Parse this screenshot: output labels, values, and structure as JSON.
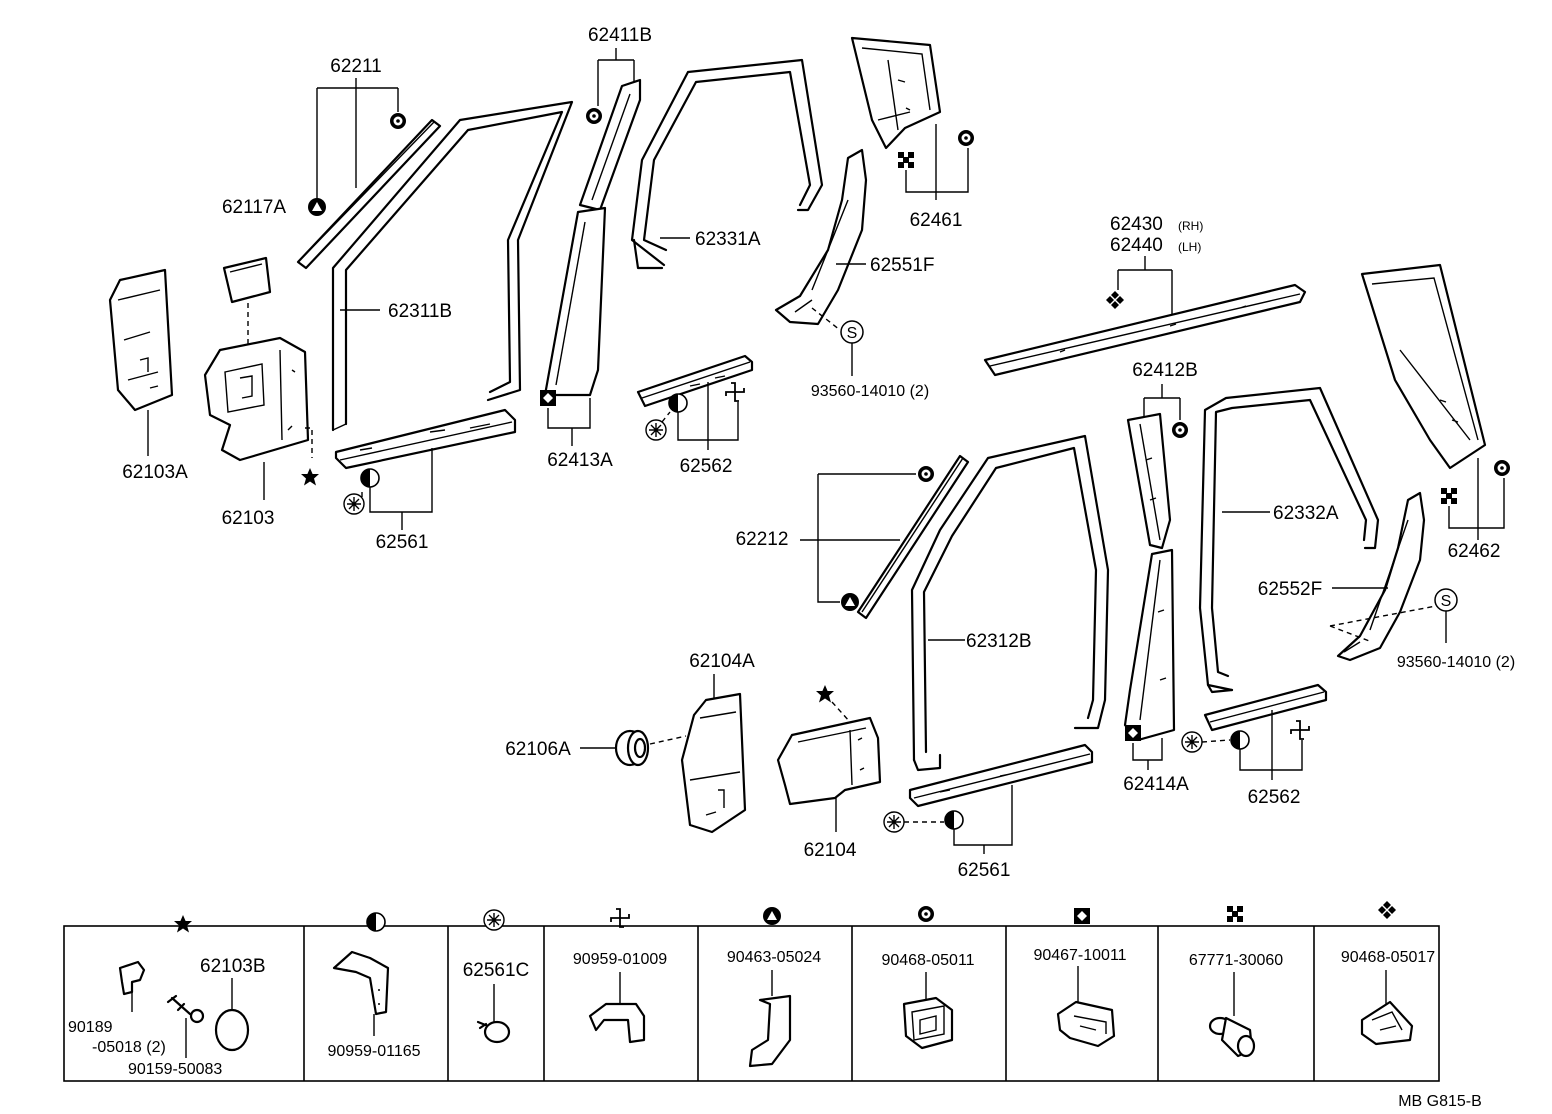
{
  "labels": {
    "p62211": "62211",
    "p62117A": "62117A",
    "p62103A": "62103A",
    "p62103": "62103",
    "p62311B": "62311B",
    "p62561_top": "62561",
    "p62411B": "62411B",
    "p62413A": "62413A",
    "p62331A": "62331A",
    "p62562_top": "62562",
    "p62461": "62461",
    "p62551F": "62551F",
    "p93560_top": "93560-14010 (2)",
    "p62430": "62430",
    "p62430_side": "(RH)",
    "p62440": "62440",
    "p62440_side": "(LH)",
    "p62412B": "62412B",
    "p62212": "62212",
    "p62332A": "62332A",
    "p62462": "62462",
    "p62552F": "62552F",
    "p93560_bot": "93560-14010 (2)",
    "p62312B": "62312B",
    "p62104A": "62104A",
    "p62106A": "62106A",
    "p62104": "62104",
    "p62561_bot": "62561",
    "p62414A": "62414A",
    "p62562_bot": "62562",
    "footer_code": "MB  G815-B"
  },
  "legend": {
    "cells": [
      {
        "symbol": "black-star",
        "parts": [
          "90189",
          "-05018 (2)",
          "62103B",
          "90159-50083"
        ]
      },
      {
        "symbol": "half-circle",
        "parts": [
          "90959-01165"
        ]
      },
      {
        "symbol": "asterisk-circle",
        "parts": [
          "62561C"
        ]
      },
      {
        "symbol": "pinwheel",
        "parts": [
          "90959-01009"
        ]
      },
      {
        "symbol": "filled-triangle-circle",
        "parts": [
          "90463-05024"
        ]
      },
      {
        "symbol": "ring-circle",
        "parts": [
          "90468-05011"
        ]
      },
      {
        "symbol": "diamond-square",
        "parts": [
          "90467-10011"
        ]
      },
      {
        "symbol": "filled-x-square",
        "parts": [
          "67771-30060"
        ]
      },
      {
        "symbol": "four-diamond",
        "parts": [
          "90468-05017"
        ]
      }
    ]
  }
}
